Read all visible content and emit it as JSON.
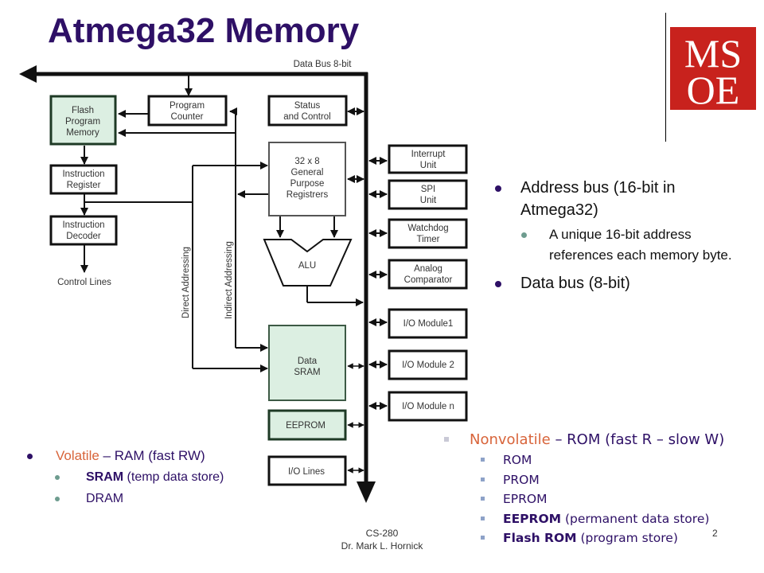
{
  "slide": {
    "title": "Atmega32 Memory",
    "logo_text_top": "MS",
    "logo_text_bottom": "OE",
    "logo_color": "#c8221d",
    "title_color": "#2e1066",
    "accent_orange": "#d8643a",
    "page_number": "2",
    "footer": {
      "course": "CS-280",
      "author": "Dr. Mark L. Hornick"
    }
  },
  "diagram": {
    "data_bus_label": "Data Bus 8-bit",
    "blocks": {
      "flash": [
        "Flash",
        "Program",
        "Memory"
      ],
      "program_counter": [
        "Program",
        "Counter"
      ],
      "status_control": [
        "Status",
        "and Control"
      ],
      "instruction_register": [
        "Instruction",
        "Register"
      ],
      "instruction_decoder": [
        "Instruction",
        "Decoder"
      ],
      "control_lines": "Control Lines",
      "gpr": [
        "32 x 8",
        "General",
        "Purpose",
        "Registrers"
      ],
      "alu": "ALU",
      "data_sram": [
        "Data",
        "SRAM"
      ],
      "eeprom": "EEPROM",
      "io_lines": "I/O Lines",
      "interrupt": [
        "Interrupt",
        "Unit"
      ],
      "spi": [
        "SPI",
        "Unit"
      ],
      "watchdog": [
        "Watchdog",
        "Timer"
      ],
      "analog": [
        "Analog",
        "Comparator"
      ],
      "io1": "I/O Module1",
      "io2": "I/O Module 2",
      "ion": "I/O Module n"
    },
    "direct_addressing": "Direct Addressing",
    "indirect_addressing": "Indirect Addressing"
  },
  "right_bullets": {
    "address_bus": "Address bus (16-bit in Atmega32)",
    "address_sub": "A unique 16-bit address references each memory byte.",
    "data_bus": "Data bus (8-bit)"
  },
  "volatile": {
    "label": "Volatile",
    "rest": " – RAM  (fast RW)",
    "items": [
      {
        "bold": "SRAM",
        "rest": " (temp data store)"
      },
      {
        "bold": "",
        "rest": "DRAM"
      }
    ]
  },
  "nonvolatile": {
    "label": "Nonvolatile",
    "rest": " – ROM (fast R – slow W)",
    "items": [
      {
        "bold": "",
        "rest": "ROM"
      },
      {
        "bold": "",
        "rest": "PROM"
      },
      {
        "bold": "",
        "rest": "EPROM"
      },
      {
        "bold": "EEPROM",
        "rest": " (permanent data store)"
      },
      {
        "bold": "Flash ROM",
        "rest": " (program store)"
      }
    ]
  }
}
